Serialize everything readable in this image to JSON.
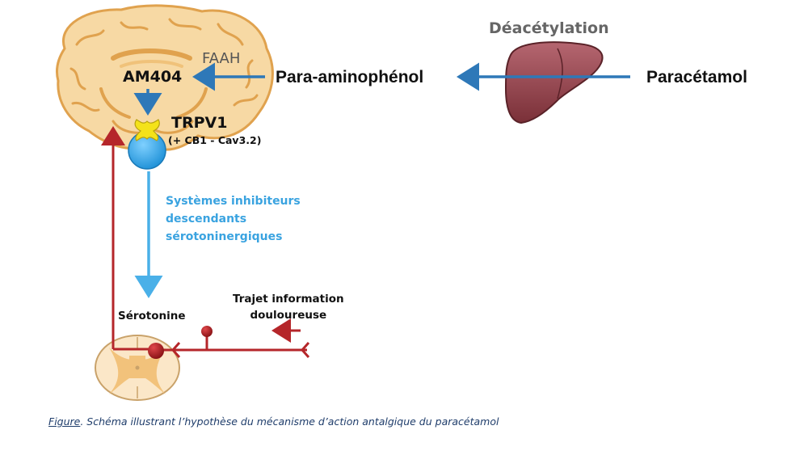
{
  "labels": {
    "faah": "FAAH",
    "am404": "AM404",
    "trpv1": "TRPV1",
    "trpv1_sub": "(+ CB1 - Cav3.2)",
    "para_aminophenol": "Para-aminophénol",
    "deacetylation": "Déacétylation",
    "paracetamol": "Paracétamol",
    "inhibiteurs_line1": "Systèmes inhibiteurs",
    "inhibiteurs_line2": "descendants",
    "inhibiteurs_line3": "sérotoninergiques",
    "serotonine": "Sérotonine",
    "trajet_line1": "Trajet information",
    "trajet_line2": "douloureuse"
  },
  "caption": {
    "figure_label": "Figure",
    "text": ". Schéma illustrant l’hypothèse du mécanisme d’action antalgique du paracétamol"
  },
  "colors": {
    "blue_arrow": "#2e78b8",
    "light_blue": "#4ab0e8",
    "red_pathway": "#b5262a",
    "brain_fill": "#f7d9a4",
    "brain_stroke": "#e0a24e",
    "liver": "#9a4a52",
    "receptor_yellow": "#f4e21a",
    "cell_blue": "#2aa0e6"
  }
}
